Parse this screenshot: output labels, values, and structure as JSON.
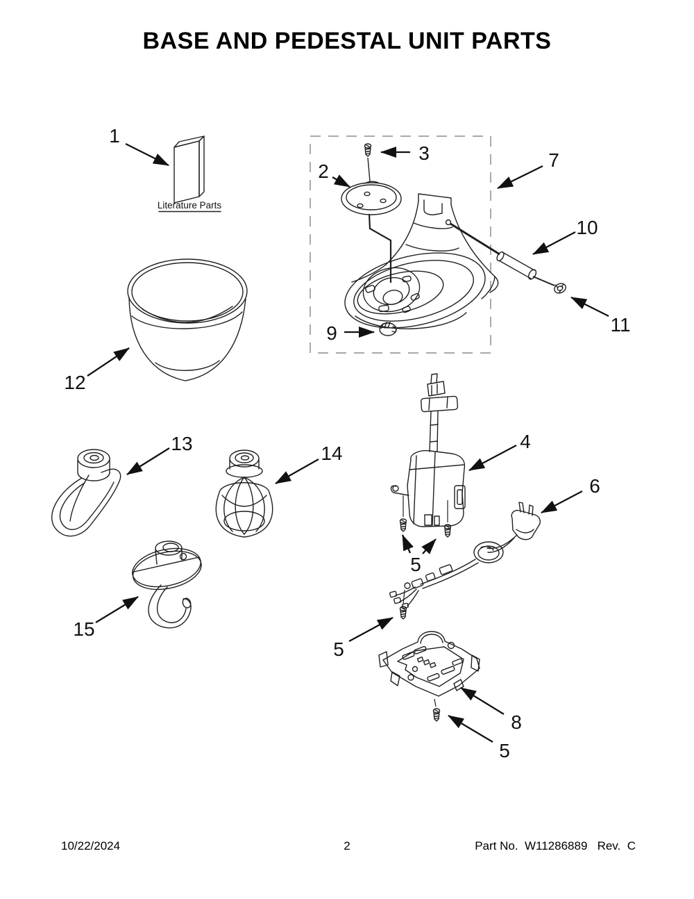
{
  "page": {
    "title": "BASE AND PEDESTAL UNIT PARTS",
    "footer": {
      "date": "10/22/2024",
      "page_number": "2",
      "part_info": "Part No.  W11286889   Rev.  C"
    }
  },
  "diagram": {
    "literature_label": "Literature Parts",
    "callouts": [
      {
        "part": "literature",
        "number": "1"
      },
      {
        "part": "base-cover-plate",
        "number": "2"
      },
      {
        "part": "cover-screw",
        "number": "3"
      },
      {
        "part": "gear-housing",
        "number": "4"
      },
      {
        "part": "housing-screws",
        "number": "5"
      },
      {
        "part": "harness-screw",
        "number": "5"
      },
      {
        "part": "baseplate-screw",
        "number": "5"
      },
      {
        "part": "power-cord",
        "number": "6"
      },
      {
        "part": "pedestal-unit",
        "number": "7"
      },
      {
        "part": "base-plate",
        "number": "8"
      },
      {
        "part": "foot",
        "number": "9"
      },
      {
        "part": "pin",
        "number": "10"
      },
      {
        "part": "retaining-clip",
        "number": "11"
      },
      {
        "part": "bowl",
        "number": "12"
      },
      {
        "part": "flat-beater",
        "number": "13"
      },
      {
        "part": "wire-whip",
        "number": "14"
      },
      {
        "part": "dough-hook",
        "number": "15"
      }
    ]
  }
}
